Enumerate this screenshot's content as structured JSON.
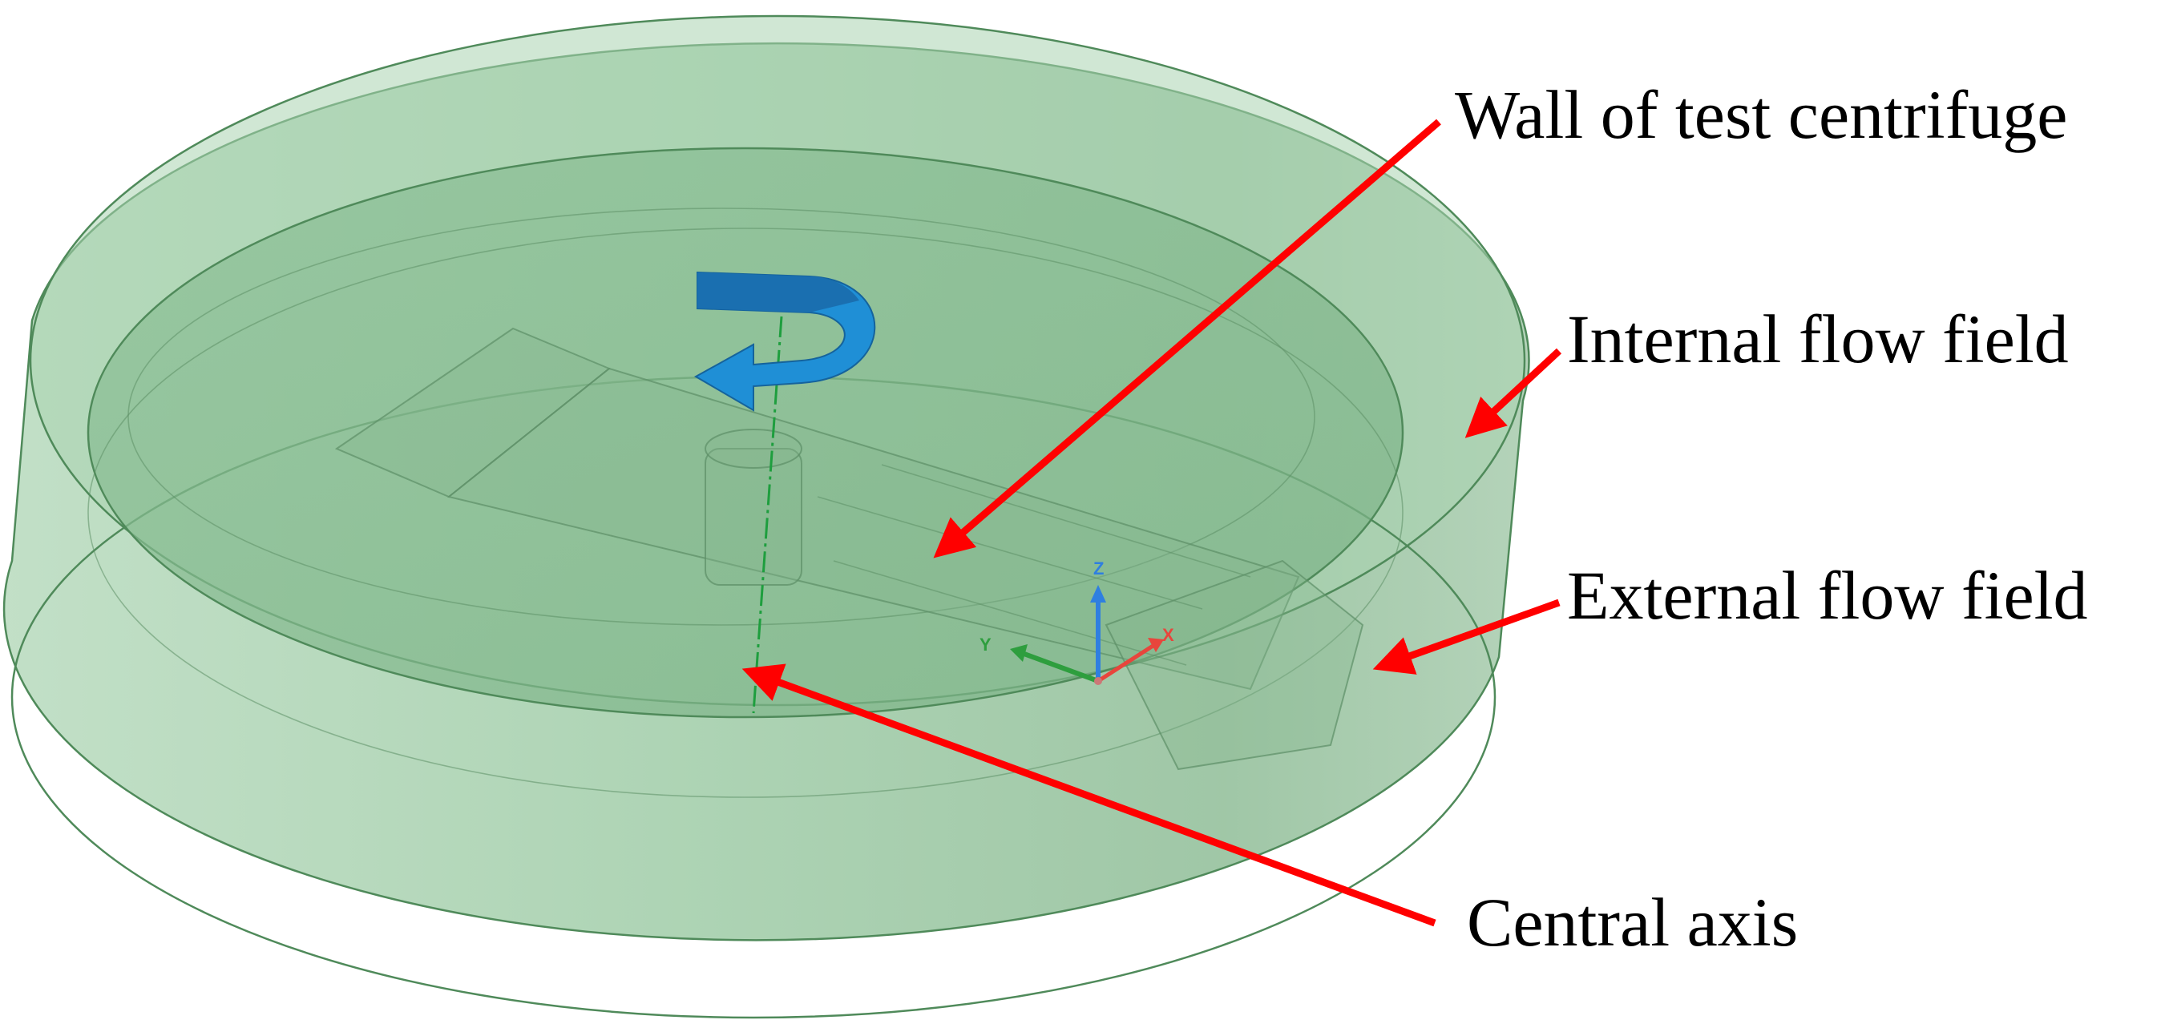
{
  "labels": {
    "wall": "Wall of test centrifuge",
    "internal": "Internal flow field",
    "external": "External flow field",
    "axis": "Central axis"
  },
  "triad": {
    "x": "X",
    "y": "Y",
    "z": "Z"
  },
  "colors": {
    "body_fill": "#9fcca7",
    "body_edge": "#4f8a5a",
    "pointer": "#ff0000",
    "rotation_arrow": "#1f8fd6",
    "center_axis": "#1e9e3e",
    "triad_x": "#e8453c",
    "triad_y": "#2e9e3e",
    "triad_z": "#2f7fe0"
  },
  "icons": [
    "rotation-arrow-icon",
    "coordinate-triad-icon"
  ]
}
